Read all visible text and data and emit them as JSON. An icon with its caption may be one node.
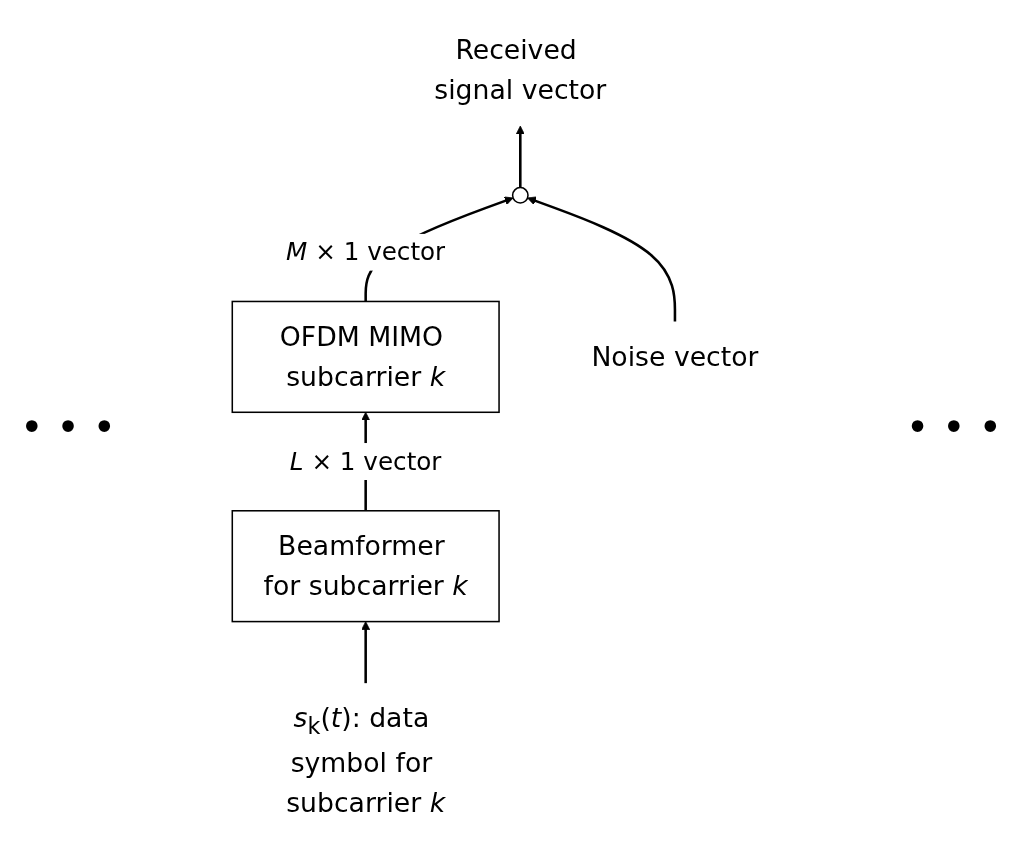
{
  "diagram": {
    "nodes": [
      {
        "text": [
          "Received signal vector"
        ]
      },
      {
        "text": [],
        "shape": "circle"
      },
      {
        "text": [
          "Noise vector"
        ]
      },
      {
        "text": [
          "OFDM MIMO subcarrier *k*"
        ]
      },
      {
        "text": [
          "Beamformer for subcarrier *k*"
        ]
      },
      {
        "text": [
          "*s*$_{k}$(*t*): data symbol for subcarrier *k*"
        ]
      }
    ],
    "edges": [
      {
        "from": 5,
        "to": 4,
        "arrow": "to"
      },
      {
        "from": 4,
        "to": 3,
        "arrow": "to",
        "label": "*L* × 1 vector"
      },
      {
        "from": 3,
        "to": 1,
        "arrow": "to",
        "label": "*M* × 1 vector"
      },
      {
        "from": 2,
        "to": 1,
        "arrow": "to"
      },
      {
        "from": 1,
        "to": 0,
        "arrow": "to"
      }
    ],
    "labels": [
      "• • •",
      "• • •"
    ]
  }
}
